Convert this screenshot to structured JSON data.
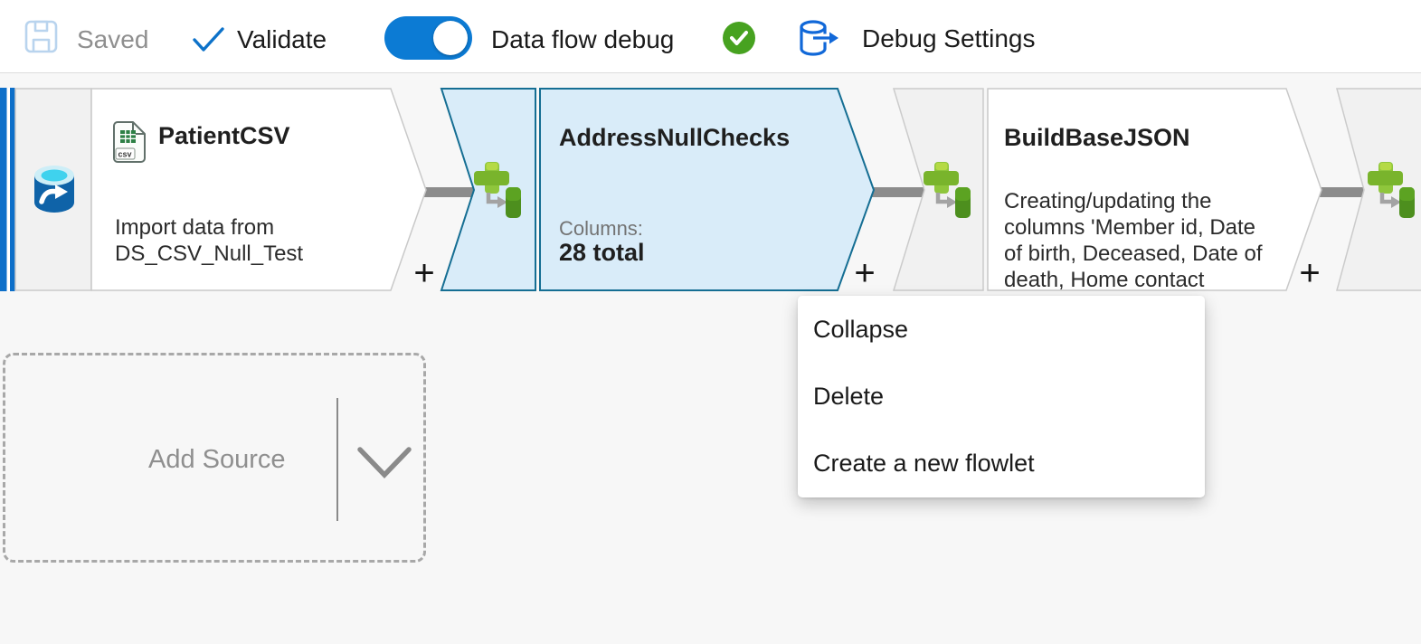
{
  "toolbar": {
    "save_label": "Saved",
    "validate_label": "Validate",
    "debug_toggle_label": "Data flow debug",
    "debug_toggle_on": true,
    "debug_settings_label": "Debug Settings"
  },
  "flow": {
    "nodes": [
      {
        "title": "PatientCSV",
        "description": "Import data from DS_CSV_Null_Test",
        "icon_badge": "csv",
        "type": "source",
        "selected": false
      },
      {
        "title": "AddressNullChecks",
        "columns_label": "Columns:",
        "columns_value": "28 total",
        "type": "derived-column",
        "selected": true
      },
      {
        "title": "BuildBaseJSON",
        "description": "Creating/updating the columns 'Member id, Date of birth, Deceased, Date of death, Home contact address,",
        "type": "derived-column",
        "selected": false
      }
    ],
    "add_transformation_label": "+"
  },
  "context_menu": {
    "items": [
      {
        "label": "Collapse"
      },
      {
        "label": "Delete"
      },
      {
        "label": "Create a new flowlet"
      }
    ]
  },
  "add_source": {
    "label": "Add Source"
  },
  "colors": {
    "accent_blue": "#0c7bd4",
    "toolbar_icon_blue": "#0d72c9",
    "disabled_save_blue": "#b9d4ee",
    "success_green": "#47a220",
    "selected_node_fill": "#d9ecf9",
    "selected_node_border": "#156e93",
    "node_border_gray": "#c9c9c9",
    "segment_fill_gray": "#f1f1f1",
    "connector_gray": "#8c8c8c",
    "derived_icon_green_light": "#8fc63c",
    "derived_icon_green_dark": "#4d8f1e",
    "source_stripe_blue": "#0d6fc9",
    "canvas_bg": "#f7f7f7"
  }
}
